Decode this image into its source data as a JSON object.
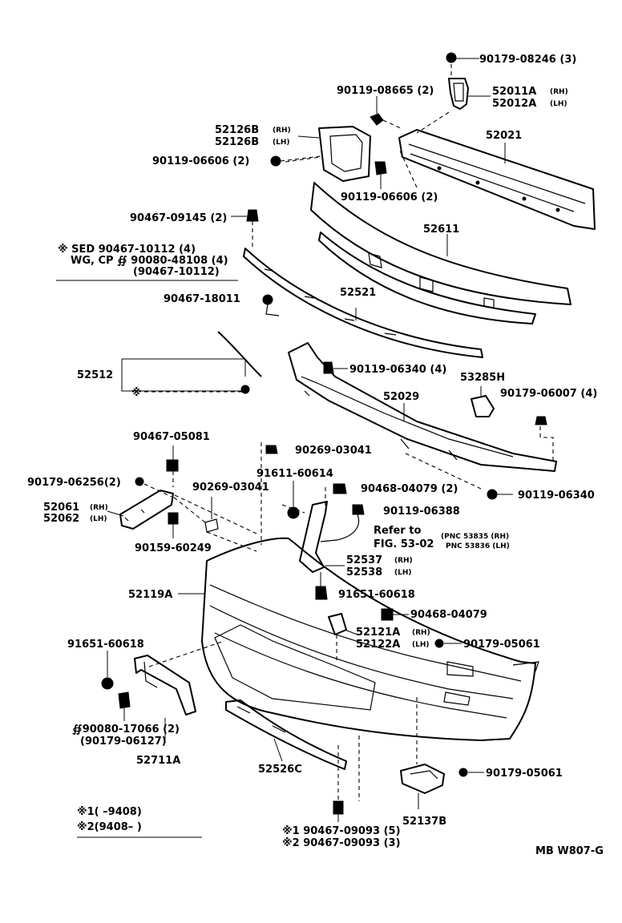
{
  "labels": {
    "l1": "90179-08246 (3)",
    "l2a": "52011A",
    "l2a_s": "(RH)",
    "l2b": "52012A",
    "l2b_s": "(LH)",
    "l3": "90119-08665 (2)",
    "l4a": "52126B",
    "l4a_s": "(RH)",
    "l4b": "52126B",
    "l4b_s": "(LH)",
    "l5": "52021",
    "l6": "90119-06606 (2)",
    "l7": "90119-06606 (2)",
    "l8": "90467-09145 (2)",
    "l9a": "※   SED  90467-10112 (4)",
    "l9b": "WG, CP ∯  90080-48108 (4)",
    "l9c": "(90467-10112)",
    "l10": "52611",
    "l11": "90467-18011",
    "l12": "52521",
    "l13": "52512",
    "l14": "90119-06340 (4)",
    "l15": "53285H",
    "l16": "52029",
    "l17": "90179-06007 (4)",
    "l18": "90467-05081",
    "l19": "90269-03041",
    "l20": "91611-60614",
    "l21": "90179-06256(2)",
    "l22": "90269-03041",
    "l23": "90468-04079 (2)",
    "l24": "90119-06340",
    "l25a": "52061",
    "l25a_s": "(RH)",
    "l25b": "52062",
    "l25b_s": "(LH)",
    "l26": "90119-06388",
    "l27a": "Refer to",
    "l27b": "FIG. 53-02",
    "l27c": "(PNC 53835 (RH)",
    "l27d": "PNC 53836 (LH)",
    "l28": "90159-60249",
    "l29a": "52537",
    "l29a_s": "(RH)",
    "l29b": "52538",
    "l29b_s": "(LH)",
    "l30": "52119A",
    "l31": "91651-60618",
    "l32": "90468-04079",
    "l33a": "52121A",
    "l33a_s": "(RH)",
    "l33b": "52122A",
    "l33b_s": "(LH)",
    "l34": "90179-05061",
    "l35": "91651-60618",
    "l36a": "∯90080-17066 (2)",
    "l36b": "(90179-06127)",
    "l37": "52711A",
    "l38": "52526C",
    "l39": "90179-05061",
    "l40": "52137B",
    "l41a": "※1(     –9408)",
    "l41b": "※2(9408–        )",
    "l42a": "※1  90467-09093 (5)",
    "l42b": "※2  90467-09093 (3)",
    "l43": "MB  W807-G"
  }
}
